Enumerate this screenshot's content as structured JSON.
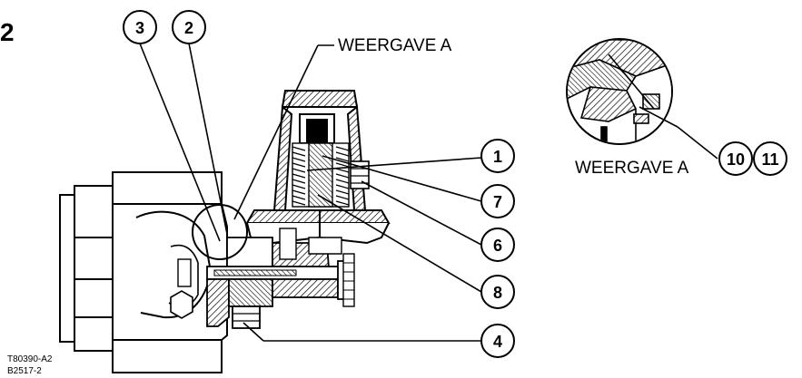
{
  "figure": {
    "number": "2",
    "view_label_main": "WEERGAVE A",
    "view_label_detail": "WEERGAVE A",
    "code_primary": "T80390-A2",
    "code_secondary": "B2517-2"
  },
  "callouts": [
    {
      "id": "c1",
      "label": "1"
    },
    {
      "id": "c2",
      "label": "2"
    },
    {
      "id": "c3",
      "label": "3"
    },
    {
      "id": "c4",
      "label": "4"
    },
    {
      "id": "c6",
      "label": "6"
    },
    {
      "id": "c7",
      "label": "7"
    },
    {
      "id": "c8",
      "label": "8"
    },
    {
      "id": "c10",
      "label": "10"
    },
    {
      "id": "c11",
      "label": "11"
    }
  ],
  "colors": {
    "line": "#000000",
    "background": "#ffffff"
  }
}
